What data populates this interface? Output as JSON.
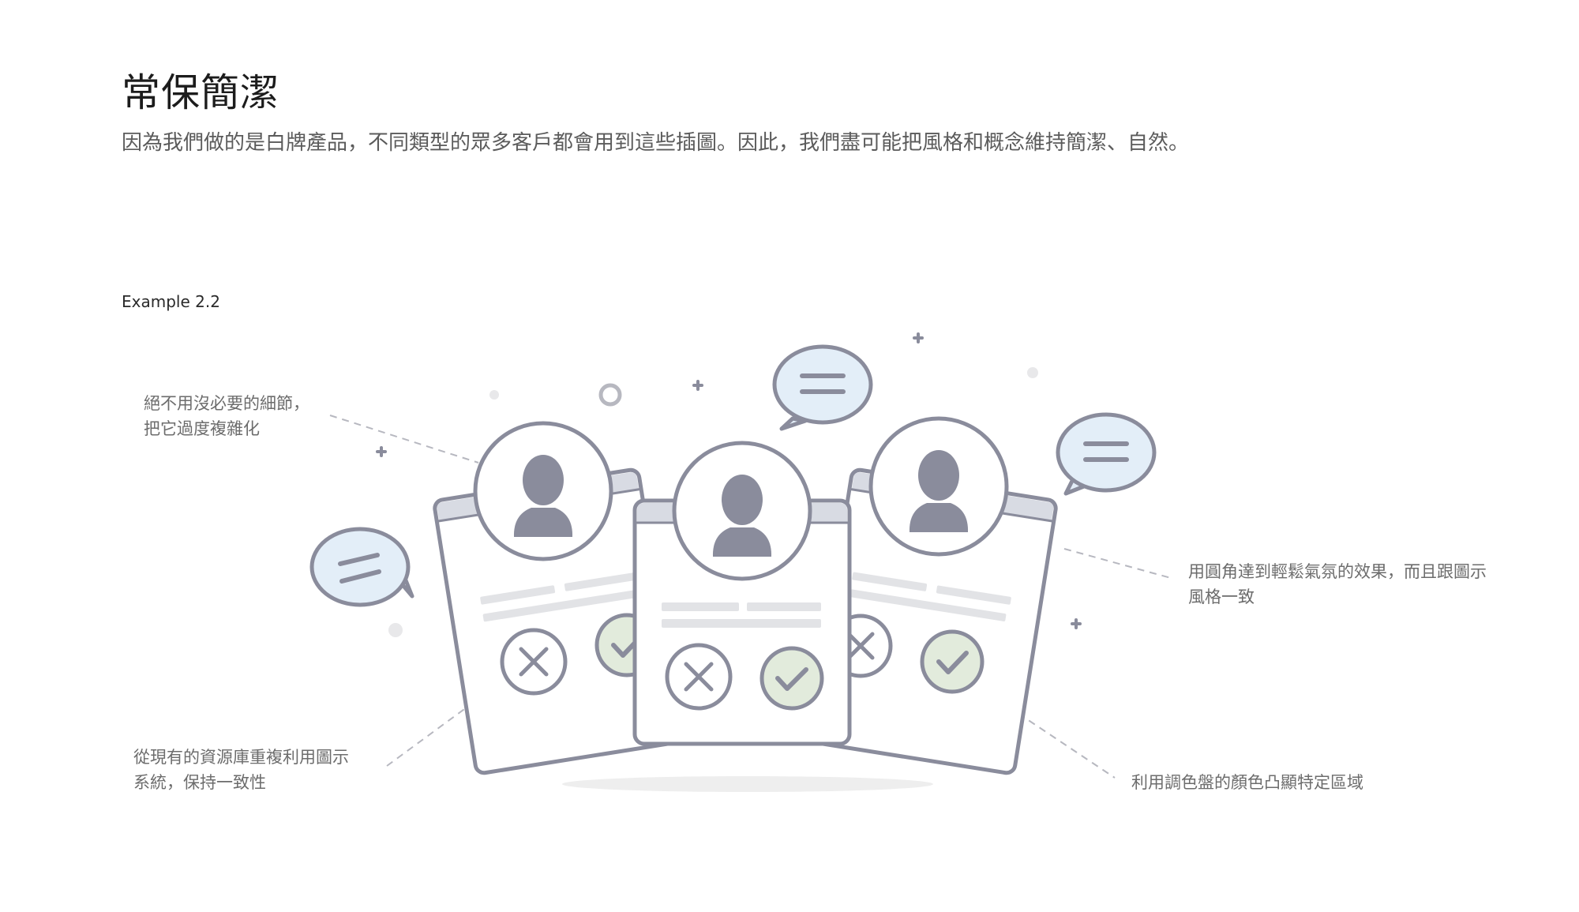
{
  "header": {
    "title": "常保簡潔",
    "subtitle": "因為我們做的是白牌產品，不同類型的眾多客戶都會用到這些插圖。因此，我們盡可能把風格和概念維持簡潔、自然。"
  },
  "example": {
    "label": "Example 2.2"
  },
  "annotations": {
    "top_left": [
      "絕不用沒必要的細節，",
      "把它過度複雜化"
    ],
    "bottom_left": [
      "從現有的資源庫重複利用圖示",
      "系統，保持一致性"
    ],
    "right": [
      "用圓角達到輕鬆氣氛的效果，而且跟圖示",
      "風格一致"
    ],
    "bottom_right": [
      "利用調色盤的顏色凸顯特定區域"
    ]
  },
  "colors": {
    "stroke": "#8a8c9c",
    "avatar": "#8a8c9c",
    "bubble_fill": "#e3eef8",
    "check_fill": "#e2ebdc",
    "header_band": "#d8dbe3",
    "text_line": "#e2e3e6",
    "shadow": "#eeeeee"
  },
  "icons": [
    "avatar-icon",
    "speech-bubble-icon",
    "reject-x-icon",
    "approve-check-icon",
    "plus-sparkle-icon",
    "dot-icon",
    "ring-icon"
  ]
}
